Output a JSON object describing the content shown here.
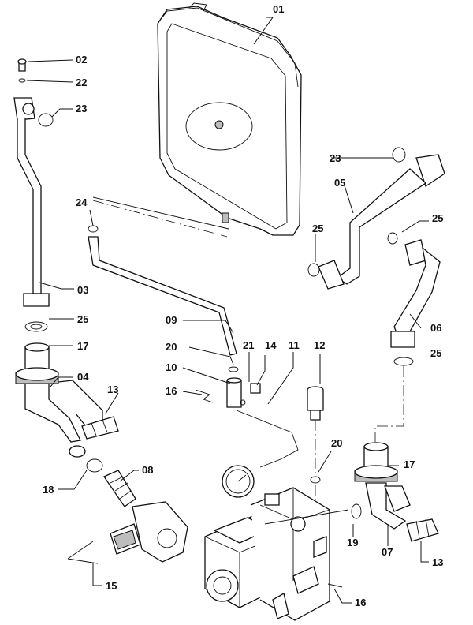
{
  "diagram": {
    "labels": {
      "p01": "01",
      "p02": "02",
      "p22": "22",
      "p23a": "23",
      "p23b": "23",
      "p24": "24",
      "p05": "05",
      "p25a": "25",
      "p25b": "25",
      "p25c": "25",
      "p25d": "25",
      "p03": "03",
      "p09": "09",
      "p06": "06",
      "p20a": "20",
      "p21": "21",
      "p14": "14",
      "p11": "11",
      "p12": "12",
      "p17a": "17",
      "p10": "10",
      "p04": "04",
      "p16a": "16",
      "p13a": "13",
      "p20b": "20",
      "p08": "08",
      "p18": "18",
      "p17b": "17",
      "p19": "19",
      "p07": "07",
      "p13b": "13",
      "p15": "15",
      "p16b": "16"
    }
  }
}
